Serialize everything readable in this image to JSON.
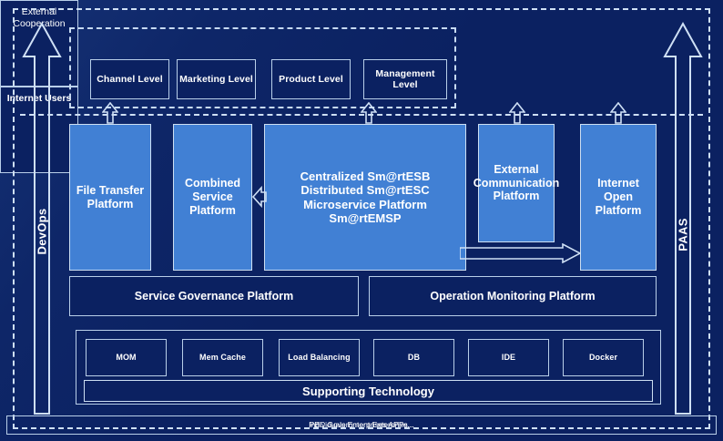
{
  "colors": {
    "background": "#0b2161",
    "platform_fill": "#4180d4",
    "line": "#cfe0f5",
    "text": "#ffffff"
  },
  "side_arrows": {
    "left": {
      "label": "DevOps",
      "icon": "arrow-up-icon"
    },
    "right": {
      "label": "PAAS",
      "icon": "arrow-up-icon"
    }
  },
  "top_band": {
    "levels": [
      {
        "label": "Channel Level"
      },
      {
        "label": "Marketing Level"
      },
      {
        "label": "Product Level"
      },
      {
        "label": "Management Level"
      }
    ],
    "actors": [
      {
        "title": "External Cooperation",
        "bold": false,
        "inner": "PBC Government Enterprise..."
      },
      {
        "title": "Internet Users",
        "bold": true,
        "inner": "Individuals Enterprises APPs..."
      }
    ]
  },
  "platforms": [
    {
      "label": "File Transfer Platform"
    },
    {
      "label": "Combined Service Platform"
    },
    {
      "label": "Centralized Sm@rtESB\nDistributed Sm@rtESC\nMicroservice Platform Sm@rtEMSP"
    },
    {
      "label": "External Communication Platform"
    },
    {
      "label": "Internet Open Platform"
    }
  ],
  "governance": [
    {
      "label": "Service Governance Platform"
    },
    {
      "label": "Operation Monitoring Platform"
    }
  ],
  "support": {
    "technologies": [
      {
        "label": "MOM"
      },
      {
        "label": "Mem Cache"
      },
      {
        "label": "Load Balancing"
      },
      {
        "label": "DB"
      },
      {
        "label": "IDE"
      },
      {
        "label": "Docker"
      }
    ],
    "bar_label": "Supporting Technology"
  }
}
